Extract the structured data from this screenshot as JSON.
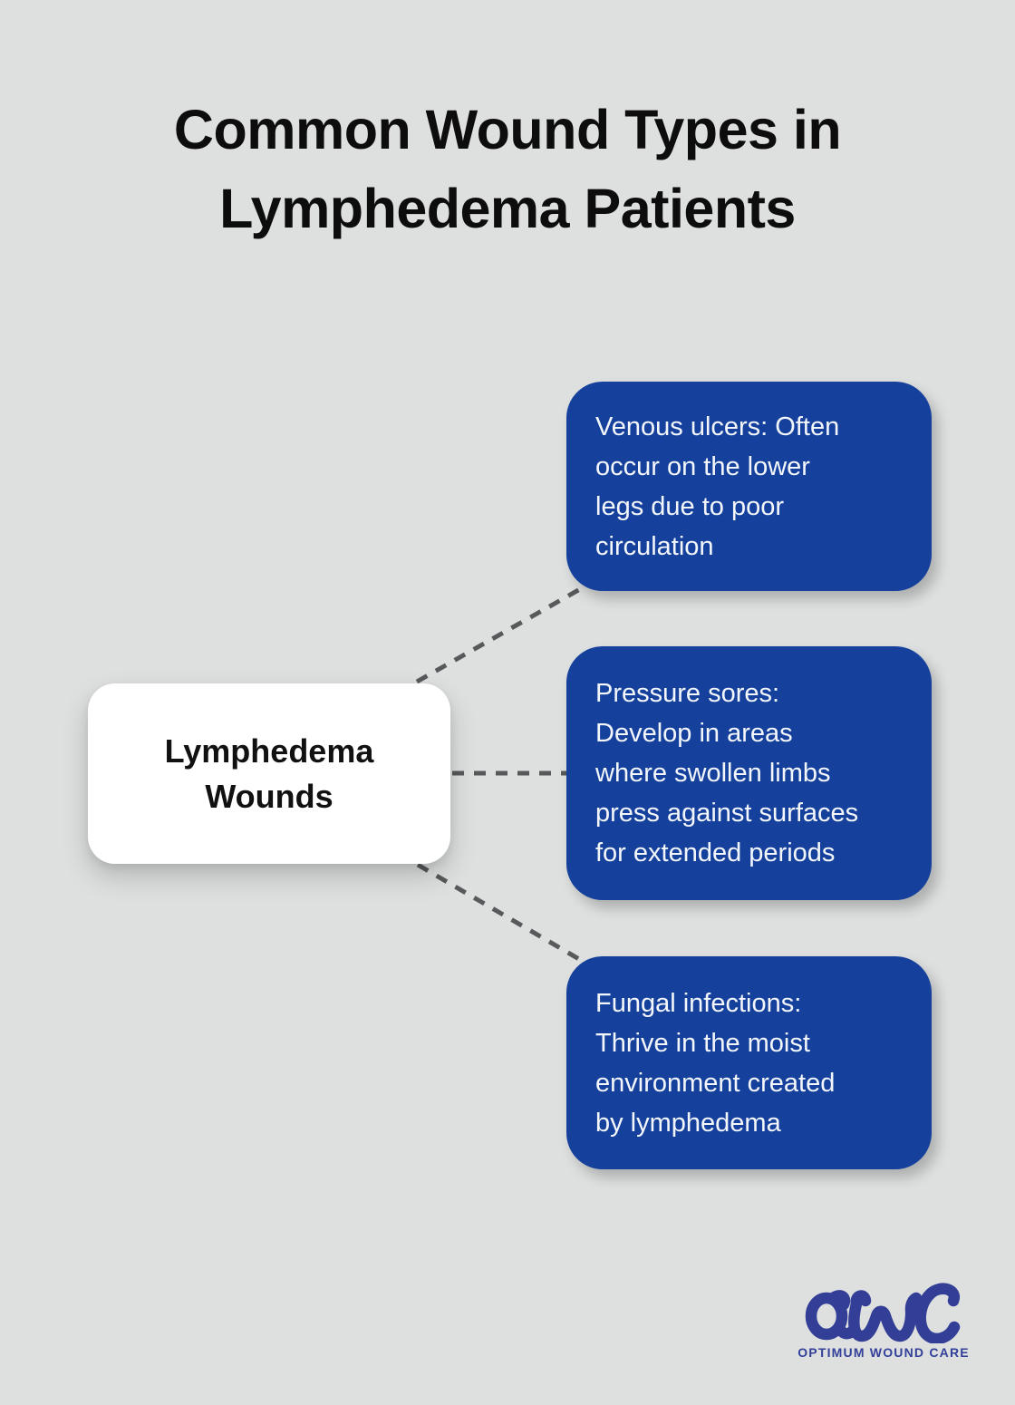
{
  "page": {
    "title": [
      "Common Wound Types in",
      "Lymphedema Patients"
    ],
    "background_color": "#dee0e0",
    "title_color": "#0d0d0d"
  },
  "diagram": {
    "center_node": {
      "label": [
        "Lymphedema",
        "Wounds"
      ],
      "background_color": "#ffffff",
      "text_color": "#111111"
    },
    "branches": [
      {
        "id": "venous-ulcers",
        "lines": [
          "Venous ulcers: Often",
          "occur on the lower",
          "legs due to poor",
          "circulation"
        ]
      },
      {
        "id": "pressure-sores",
        "lines": [
          "Pressure sores:",
          "Develop in areas",
          "where swollen limbs",
          "press against surfaces",
          "for extended periods"
        ]
      },
      {
        "id": "fungal-infections",
        "lines": [
          "Fungal infections:",
          "Thrive in the moist",
          "environment created",
          "by lymphedema"
        ]
      }
    ],
    "branch_background_color": "#15419c",
    "branch_text_color": "#f3f6fb",
    "connector_color": "#58595b"
  },
  "footer": {
    "logo_text": "OWC",
    "logo_tagline": "OPTIMUM WOUND CARE",
    "logo_color": "#333f96"
  }
}
